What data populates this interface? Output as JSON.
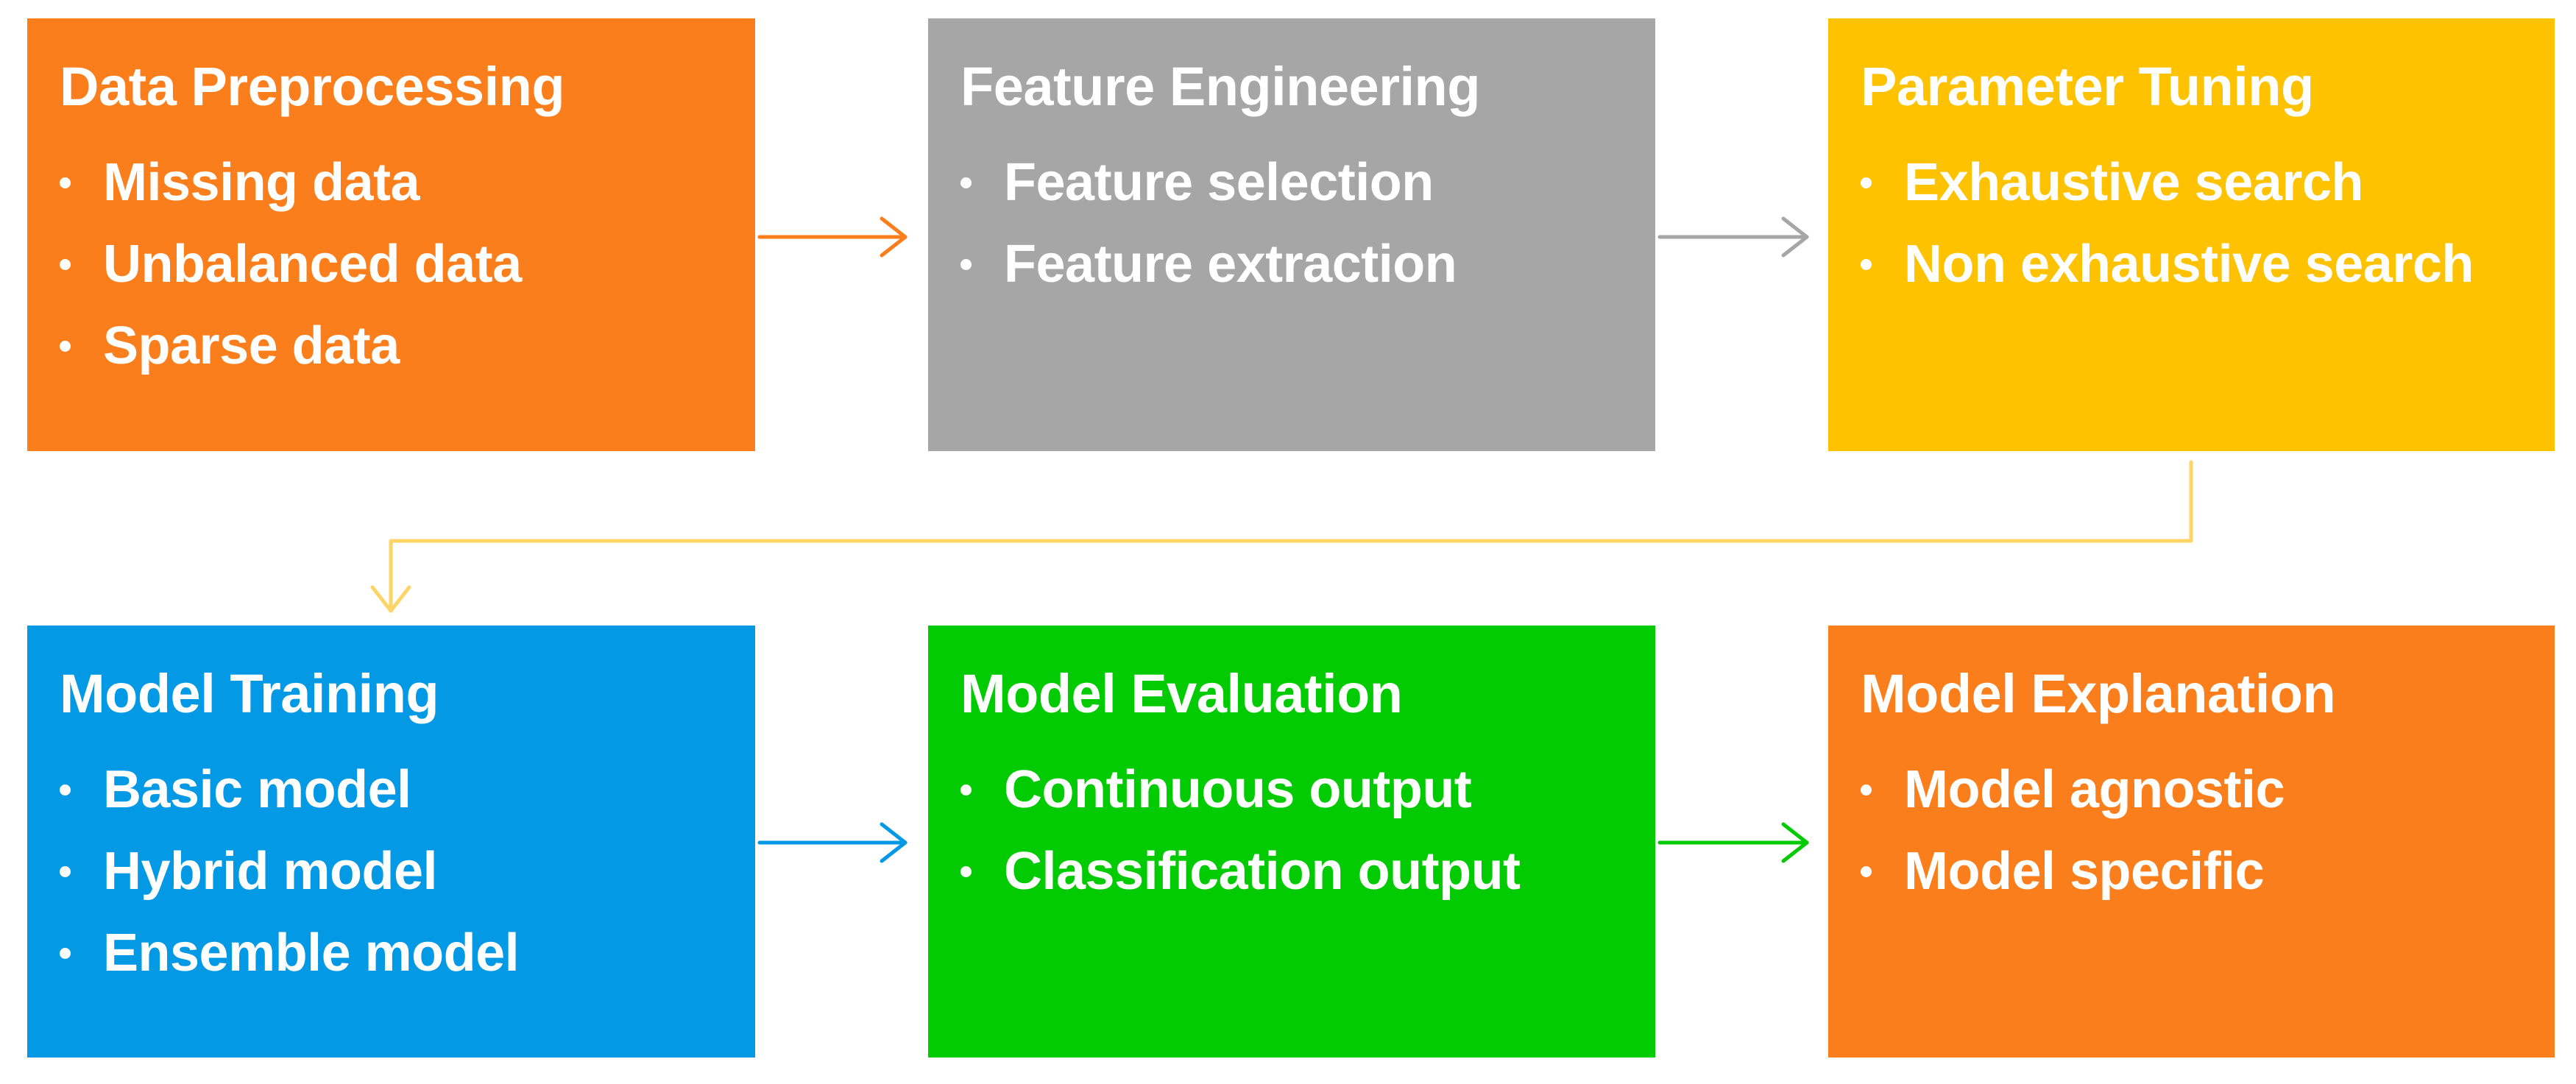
{
  "steps": [
    {
      "title": "Data Preprocessing",
      "items": [
        "Missing data",
        "Unbalanced data",
        "Sparse data"
      ],
      "color": "#fb7e1c"
    },
    {
      "title": "Feature Engineering",
      "items": [
        "Feature selection",
        "Feature extraction"
      ],
      "color": "#a6a6a6"
    },
    {
      "title": "Parameter Tuning",
      "items": [
        "Exhaustive search",
        "Non exhaustive search"
      ],
      "color": "#fec200"
    },
    {
      "title": "Model Training",
      "items": [
        "Basic model",
        "Hybrid model",
        "Ensemble model"
      ],
      "color": "#0499e5"
    },
    {
      "title": "Model Evaluation",
      "items": [
        "Continuous output",
        "Classification output"
      ],
      "color": "#03cb03"
    },
    {
      "title": "Model Explanation",
      "items": [
        "Model agnostic",
        "Model specific"
      ],
      "color": "#fb7e1c"
    }
  ],
  "connectors": [
    {
      "from": "Data Preprocessing",
      "to": "Feature Engineering",
      "color": "#fb7e1c",
      "icon": "arrow-right"
    },
    {
      "from": "Feature Engineering",
      "to": "Parameter Tuning",
      "color": "#a6a6a6",
      "icon": "arrow-right"
    },
    {
      "from": "Parameter Tuning",
      "to": "Model Training",
      "color": "#fed467",
      "icon": "elbow-arrow-down"
    },
    {
      "from": "Model Training",
      "to": "Model Evaluation",
      "color": "#0499e5",
      "icon": "arrow-right"
    },
    {
      "from": "Model Evaluation",
      "to": "Model Explanation",
      "color": "#03cb03",
      "icon": "arrow-right"
    }
  ]
}
